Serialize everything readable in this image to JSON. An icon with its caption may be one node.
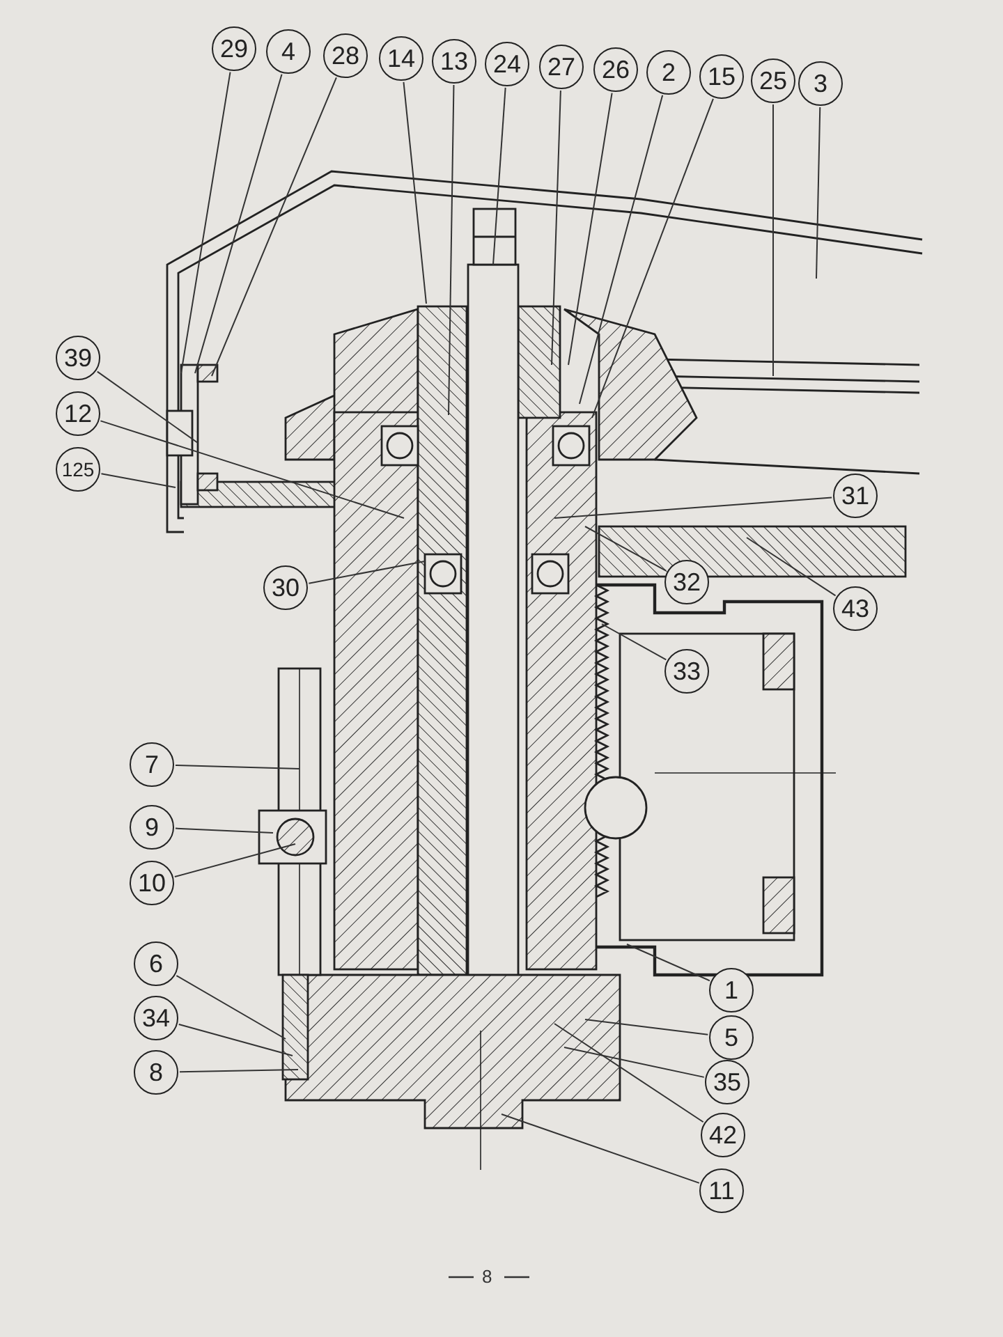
{
  "diagram": {
    "nodes": [
      {
        "text": [
          "29"
        ]
      },
      {
        "text": [
          "4"
        ]
      },
      {
        "text": [
          "28"
        ]
      },
      {
        "text": [
          "14"
        ]
      },
      {
        "text": [
          "13"
        ]
      },
      {
        "text": [
          "24"
        ]
      },
      {
        "text": [
          "27"
        ]
      },
      {
        "text": [
          "26"
        ]
      },
      {
        "text": [
          "2"
        ]
      },
      {
        "text": [
          "15"
        ]
      },
      {
        "text": [
          "25"
        ]
      },
      {
        "text": [
          "3"
        ]
      },
      {
        "text": [
          "39"
        ]
      },
      {
        "text": [
          "12"
        ]
      },
      {
        "text": [
          "125"
        ]
      },
      {
        "text": [
          "31"
        ]
      },
      {
        "text": [
          "30"
        ]
      },
      {
        "text": [
          "32"
        ]
      },
      {
        "text": [
          "43"
        ]
      },
      {
        "text": [
          "33"
        ]
      },
      {
        "text": [
          "7"
        ]
      },
      {
        "text": [
          "9"
        ]
      },
      {
        "text": [
          "10"
        ]
      },
      {
        "text": [
          "1"
        ]
      },
      {
        "text": [
          "6"
        ]
      },
      {
        "text": [
          "5"
        ]
      },
      {
        "text": [
          "34"
        ]
      },
      {
        "text": [
          "35"
        ]
      },
      {
        "text": [
          "8"
        ]
      },
      {
        "text": [
          "42"
        ]
      },
      {
        "text": [
          "11"
        ]
      }
    ],
    "edges": [
      {
        "from": 0,
        "to": null,
        "arrow": "none"
      },
      {
        "from": 1,
        "to": null,
        "arrow": "none"
      },
      {
        "from": 2,
        "to": null,
        "arrow": "none"
      },
      {
        "from": 3,
        "to": null,
        "arrow": "none"
      },
      {
        "from": 4,
        "to": null,
        "arrow": "none"
      },
      {
        "from": 5,
        "to": null,
        "arrow": "none"
      },
      {
        "from": 6,
        "to": null,
        "arrow": "none"
      },
      {
        "from": 7,
        "to": null,
        "arrow": "none"
      },
      {
        "from": 8,
        "to": null,
        "arrow": "none"
      },
      {
        "from": 9,
        "to": null,
        "arrow": "none"
      },
      {
        "from": 10,
        "to": null,
        "arrow": "none"
      },
      {
        "from": 11,
        "to": null,
        "arrow": "none"
      },
      {
        "from": 12,
        "to": null,
        "arrow": "none"
      },
      {
        "from": 13,
        "to": null,
        "arrow": "none"
      },
      {
        "from": 14,
        "to": null,
        "arrow": "none"
      },
      {
        "from": 15,
        "to": null,
        "arrow": "none"
      },
      {
        "from": 16,
        "to": null,
        "arrow": "none"
      },
      {
        "from": 17,
        "to": null,
        "arrow": "none"
      },
      {
        "from": 18,
        "to": null,
        "arrow": "none"
      },
      {
        "from": 19,
        "to": null,
        "arrow": "none"
      },
      {
        "from": 20,
        "to": null,
        "arrow": "none"
      },
      {
        "from": 21,
        "to": null,
        "arrow": "none"
      },
      {
        "from": 22,
        "to": null,
        "arrow": "none"
      },
      {
        "from": 23,
        "to": null,
        "arrow": "none"
      },
      {
        "from": 24,
        "to": null,
        "arrow": "none"
      },
      {
        "from": 25,
        "to": null,
        "arrow": "none"
      },
      {
        "from": 26,
        "to": null,
        "arrow": "none"
      },
      {
        "from": 27,
        "to": null,
        "arrow": "none"
      },
      {
        "from": 28,
        "to": null,
        "arrow": "none"
      },
      {
        "from": 29,
        "to": null,
        "arrow": "none"
      },
      {
        "from": 30,
        "to": null,
        "arrow": "none"
      }
    ],
    "labels": [
      "8"
    ]
  }
}
